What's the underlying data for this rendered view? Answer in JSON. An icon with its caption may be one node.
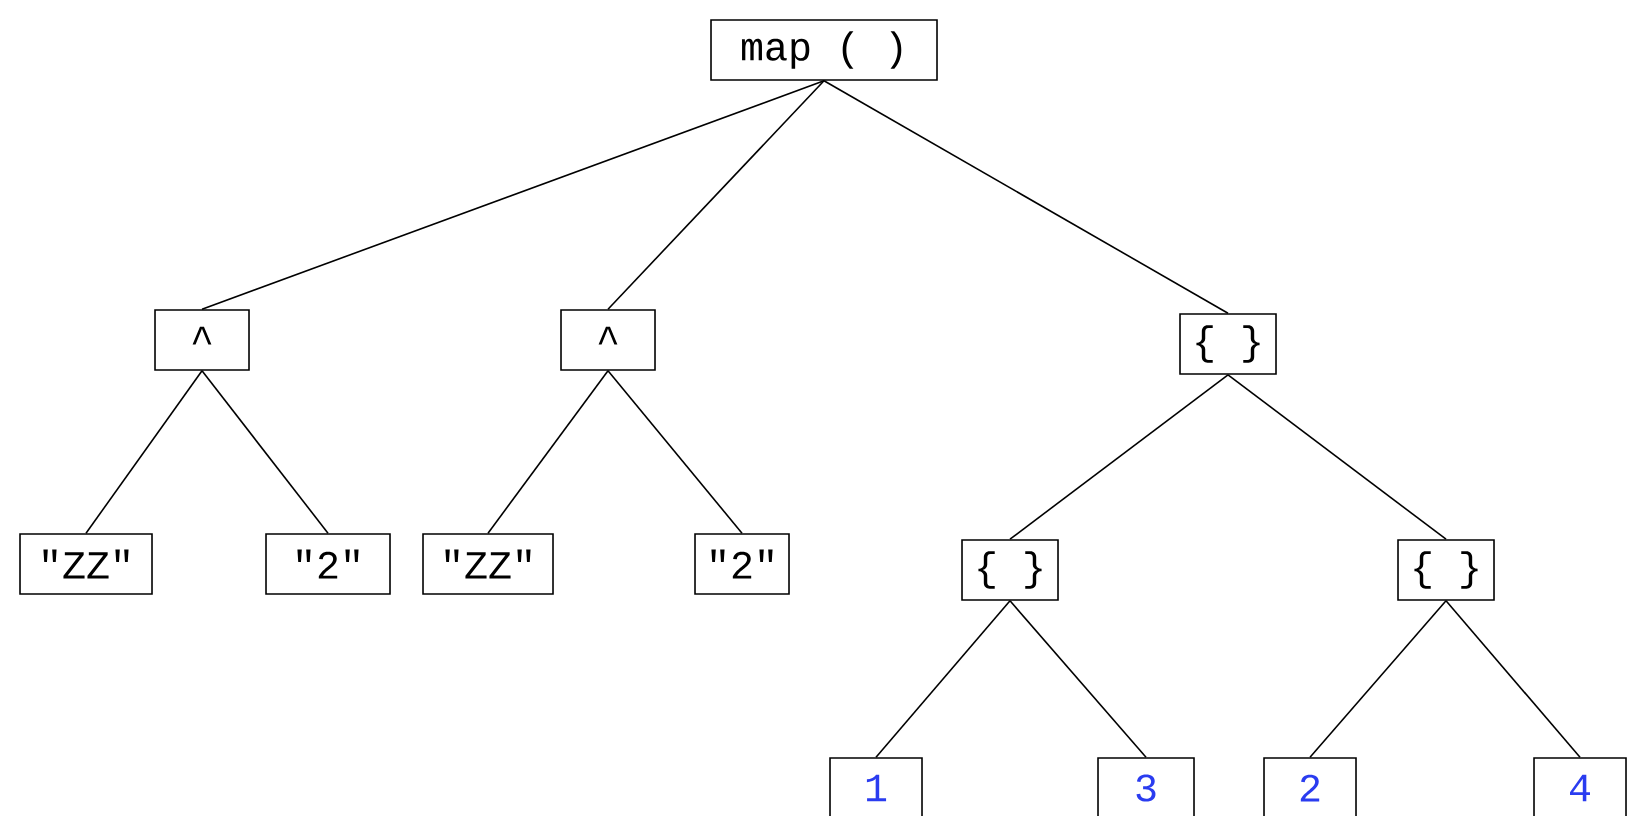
{
  "diagram": {
    "nodes": [
      {
        "text": [
          "map ( )"
        ]
      },
      {
        "text": [
          "^"
        ]
      },
      {
        "text": [
          "^"
        ]
      },
      {
        "text": [
          "{ }"
        ]
      },
      {
        "text": [
          "\"ZZ\""
        ]
      },
      {
        "text": [
          "\"2\""
        ]
      },
      {
        "text": [
          "\"ZZ\""
        ]
      },
      {
        "text": [
          "\"2\""
        ]
      },
      {
        "text": [
          "{ }"
        ]
      },
      {
        "text": [
          "{ }"
        ]
      },
      {
        "text": [
          "1"
        ]
      },
      {
        "text": [
          "3"
        ]
      },
      {
        "text": [
          "2"
        ]
      },
      {
        "text": [
          "4"
        ]
      }
    ],
    "edges": [
      {
        "from": 0,
        "to": 1,
        "arrow": "none"
      },
      {
        "from": 0,
        "to": 2,
        "arrow": "none"
      },
      {
        "from": 0,
        "to": 3,
        "arrow": "none"
      },
      {
        "from": 1,
        "to": 4,
        "arrow": "none"
      },
      {
        "from": 1,
        "to": 5,
        "arrow": "none"
      },
      {
        "from": 2,
        "to": 6,
        "arrow": "none"
      },
      {
        "from": 2,
        "to": 7,
        "arrow": "none"
      },
      {
        "from": 3,
        "to": 8,
        "arrow": "none"
      },
      {
        "from": 3,
        "to": 9,
        "arrow": "none"
      },
      {
        "from": 8,
        "to": 10,
        "arrow": "none"
      },
      {
        "from": 8,
        "to": 11,
        "arrow": "none"
      },
      {
        "from": 9,
        "to": 12,
        "arrow": "none"
      },
      {
        "from": 9,
        "to": 13,
        "arrow": "none"
      }
    ]
  }
}
